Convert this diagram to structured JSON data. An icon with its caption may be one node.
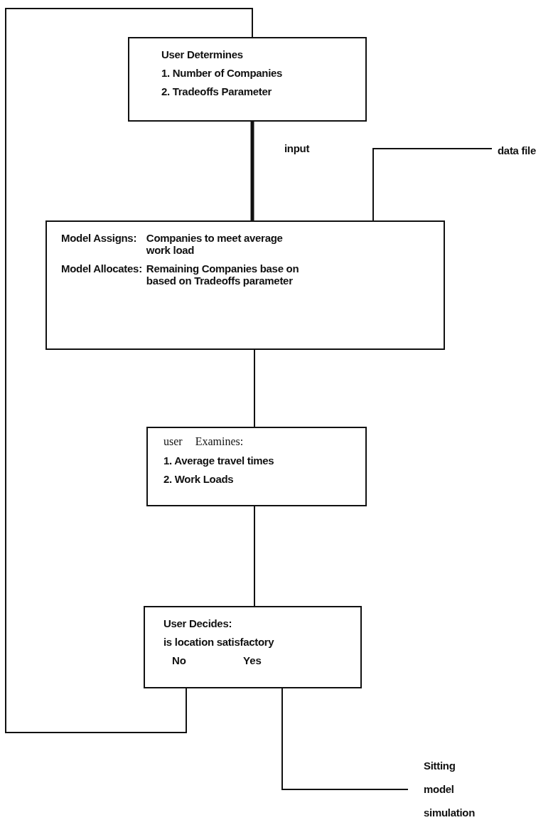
{
  "diagram": {
    "nodes": [
      {
        "text": [
          "User Determines",
          "1. Number of Companies",
          "2. Tradeoffs Parameter"
        ]
      },
      {
        "text": [
          "data file"
        ]
      },
      {
        "text": [
          "Model Assigns:",
          "Companies to meet average work load",
          "Model Allocates:",
          "Remaining Companies base on based on Tradeoffs parameter"
        ]
      },
      {
        "text": [
          "user Examines:",
          "1. Average travel times",
          "2. Work Loads"
        ]
      },
      {
        "text": [
          "User Decides:",
          "is location satisfactory",
          "No",
          "Yes"
        ]
      },
      {
        "text": [
          "Sitting model simulation"
        ]
      }
    ],
    "edges": [
      {
        "from": 4,
        "to": 0,
        "arrow": "none"
      },
      {
        "from": 0,
        "to": 2,
        "arrow": "none",
        "label": "input",
        "style": "thick"
      },
      {
        "from": 1,
        "to": 2,
        "arrow": "none"
      },
      {
        "from": 2,
        "to": 3,
        "arrow": "none"
      },
      {
        "from": 3,
        "to": 4,
        "arrow": "none"
      },
      {
        "from": 4,
        "to": 5,
        "arrow": "none"
      }
    ]
  }
}
